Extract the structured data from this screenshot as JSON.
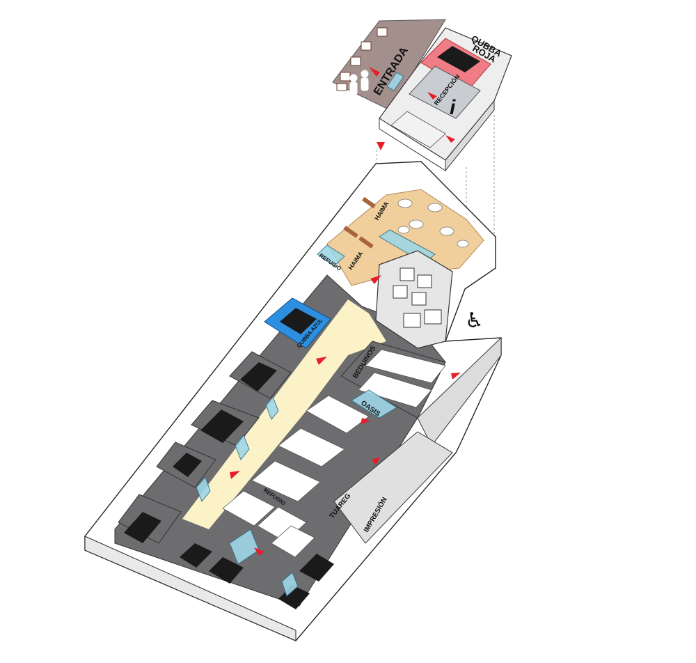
{
  "labels": {
    "entrada": "ENTRADA",
    "qubba_roja": "QUBBA",
    "qubba_roja_2": "ROJA",
    "recepcion": "RECEPCIÓN",
    "info_symbol": "i",
    "haima_1": "HAIMA",
    "haima_2": "HAIMA",
    "refugio_1": "REFUGIO",
    "qubba_azul": "QUBBA AZUL",
    "beduinos": "BEDUINOS",
    "oasis": "OASIS",
    "refugio_2": "REFUGIO",
    "tuareg": "TUAREG",
    "impresion": "IMPRESIÓN",
    "wheelchair": "♿"
  },
  "colors": {
    "arrow": "#e61e2a",
    "corridor": "#fbf2c8",
    "haima_floor": "#f0cf9c",
    "entrance_floor": "#a38f8b",
    "qubba_roja": "#f07d86",
    "qubba_azul": "#2d8fe0",
    "glass": "#9fd6e6",
    "work_floor": "#6d6d70"
  }
}
